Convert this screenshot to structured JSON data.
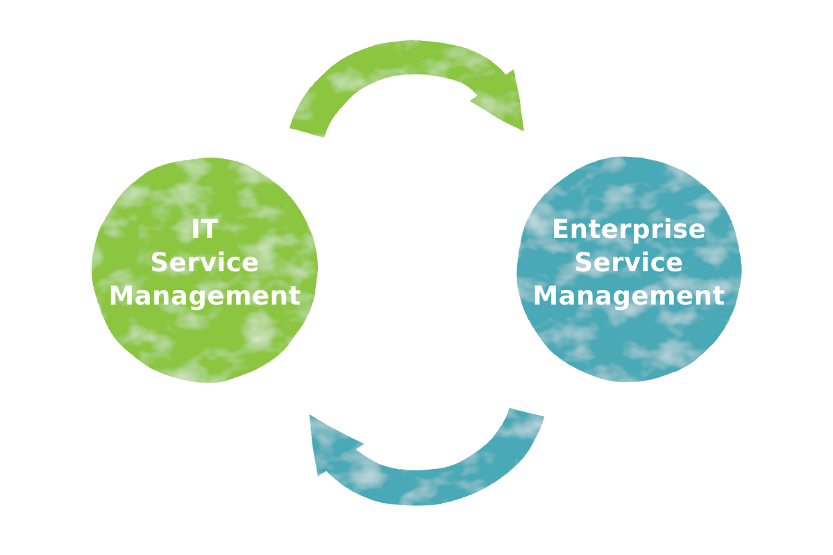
{
  "background_color": "#FFFFFF",
  "diagram": {
    "type": "cycle",
    "nodes": [
      {
        "id": "it-service-management",
        "shape": "circle",
        "fill": "#8CC63F",
        "text_color": "#FFFFFF",
        "lines": [
          "IT",
          "Service",
          "Management"
        ]
      },
      {
        "id": "enterprise-service-management",
        "shape": "circle",
        "fill": "#4AA9B6",
        "text_color": "#FFFFFF",
        "lines": [
          "Enterprise",
          "Service",
          "Management"
        ]
      }
    ],
    "arrows": [
      {
        "id": "top-arrow",
        "from": "it-service-management",
        "to": "enterprise-service-management",
        "color": "#8CC63F",
        "direction": "clockwise"
      },
      {
        "id": "bottom-arrow",
        "from": "enterprise-service-management",
        "to": "it-service-management",
        "color": "#4AA9B6",
        "direction": "clockwise"
      }
    ]
  }
}
